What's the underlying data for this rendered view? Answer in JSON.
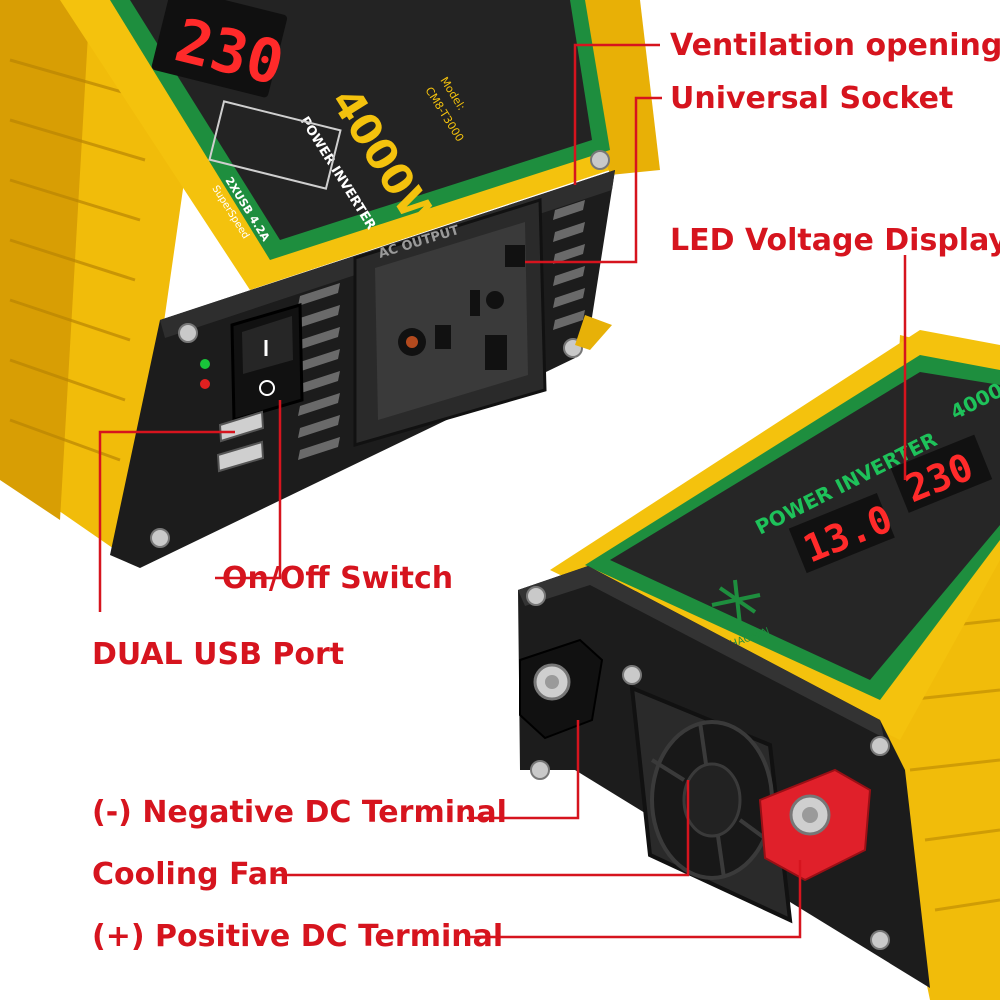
{
  "colors": {
    "callout_text": "#d6141e",
    "leader_line": "#d6141e",
    "housing_yellow": "#f4c20d",
    "panel_black": "#1c1c1c",
    "label_green": "#1e8e3e",
    "display_red": "#ff2a2a",
    "terminal_red": "#e0202a"
  },
  "callouts": {
    "ventilation": "Ventilation opening",
    "socket": "Universal Socket",
    "led_display": "LED Voltage Display",
    "switch": "On/Off Switch",
    "usb": "DUAL USB Port",
    "negative": "(-) Negative DC Terminal",
    "fan": "Cooling Fan",
    "positive": "(+) Positive DC Terminal"
  },
  "device_top": {
    "title": "POWER INVERTER",
    "power": "4000W",
    "model_label": "Model:",
    "model": "CM8-T3000",
    "usb_label": "2XUSB 4.2A",
    "usb_sub": "SuperSpeed",
    "ac_output": "AC OUTPUT",
    "display": "230"
  },
  "device_bottom": {
    "title": "POWER INVERTER",
    "power": "4000",
    "brand": "CHAOMIN",
    "display_in": "13.0",
    "display_out": "230"
  },
  "icons": [
    "inverter-icon",
    "fan-icon",
    "screw-icon",
    "terminal-icon",
    "socket-icon",
    "usb-port-icon",
    "led-display-icon",
    "rocker-switch-icon"
  ]
}
